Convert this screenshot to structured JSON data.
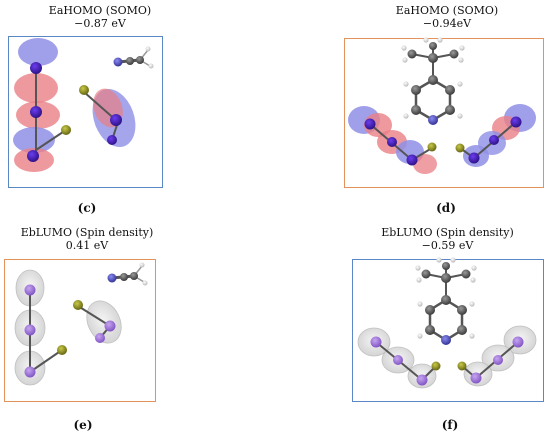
{
  "panels": [
    {
      "id": "c",
      "title": "EaHOMO (SOMO)",
      "energy": "−0.87 eV",
      "letter": "(c)",
      "frame_color": "#5b87c7",
      "orbital_style": "lobes"
    },
    {
      "id": "d",
      "title": "EaHOMO (SOMO)",
      "energy": "−0.94eV",
      "letter": "(d)",
      "frame_color": "#e3935a",
      "orbital_style": "lobes"
    },
    {
      "id": "e",
      "title": "EbLUMO (Spin density)",
      "energy": "0.41 eV",
      "letter": "(e)",
      "frame_color": "#e3935a",
      "orbital_style": "spin-density"
    },
    {
      "id": "f",
      "title": "EbLUMO (Spin density)",
      "energy": "−0.59 eV",
      "letter": "(f)",
      "frame_color": "#5b87c7",
      "orbital_style": "spin-density"
    }
  ],
  "colors": {
    "positive_lobe": "#8f8fe6",
    "negative_lobe": "#ea7f86",
    "spin_cloud": "#d9d9d9",
    "metal_atom_homo": "#3d1fa8",
    "metal_atom_lumo": "#a178d8",
    "halogen_atom": "#8a8a1a",
    "carbon_atom": "#555555",
    "hydrogen_atom": "#e6e6e6",
    "nitrogen_atom": "#4f4fb5"
  }
}
